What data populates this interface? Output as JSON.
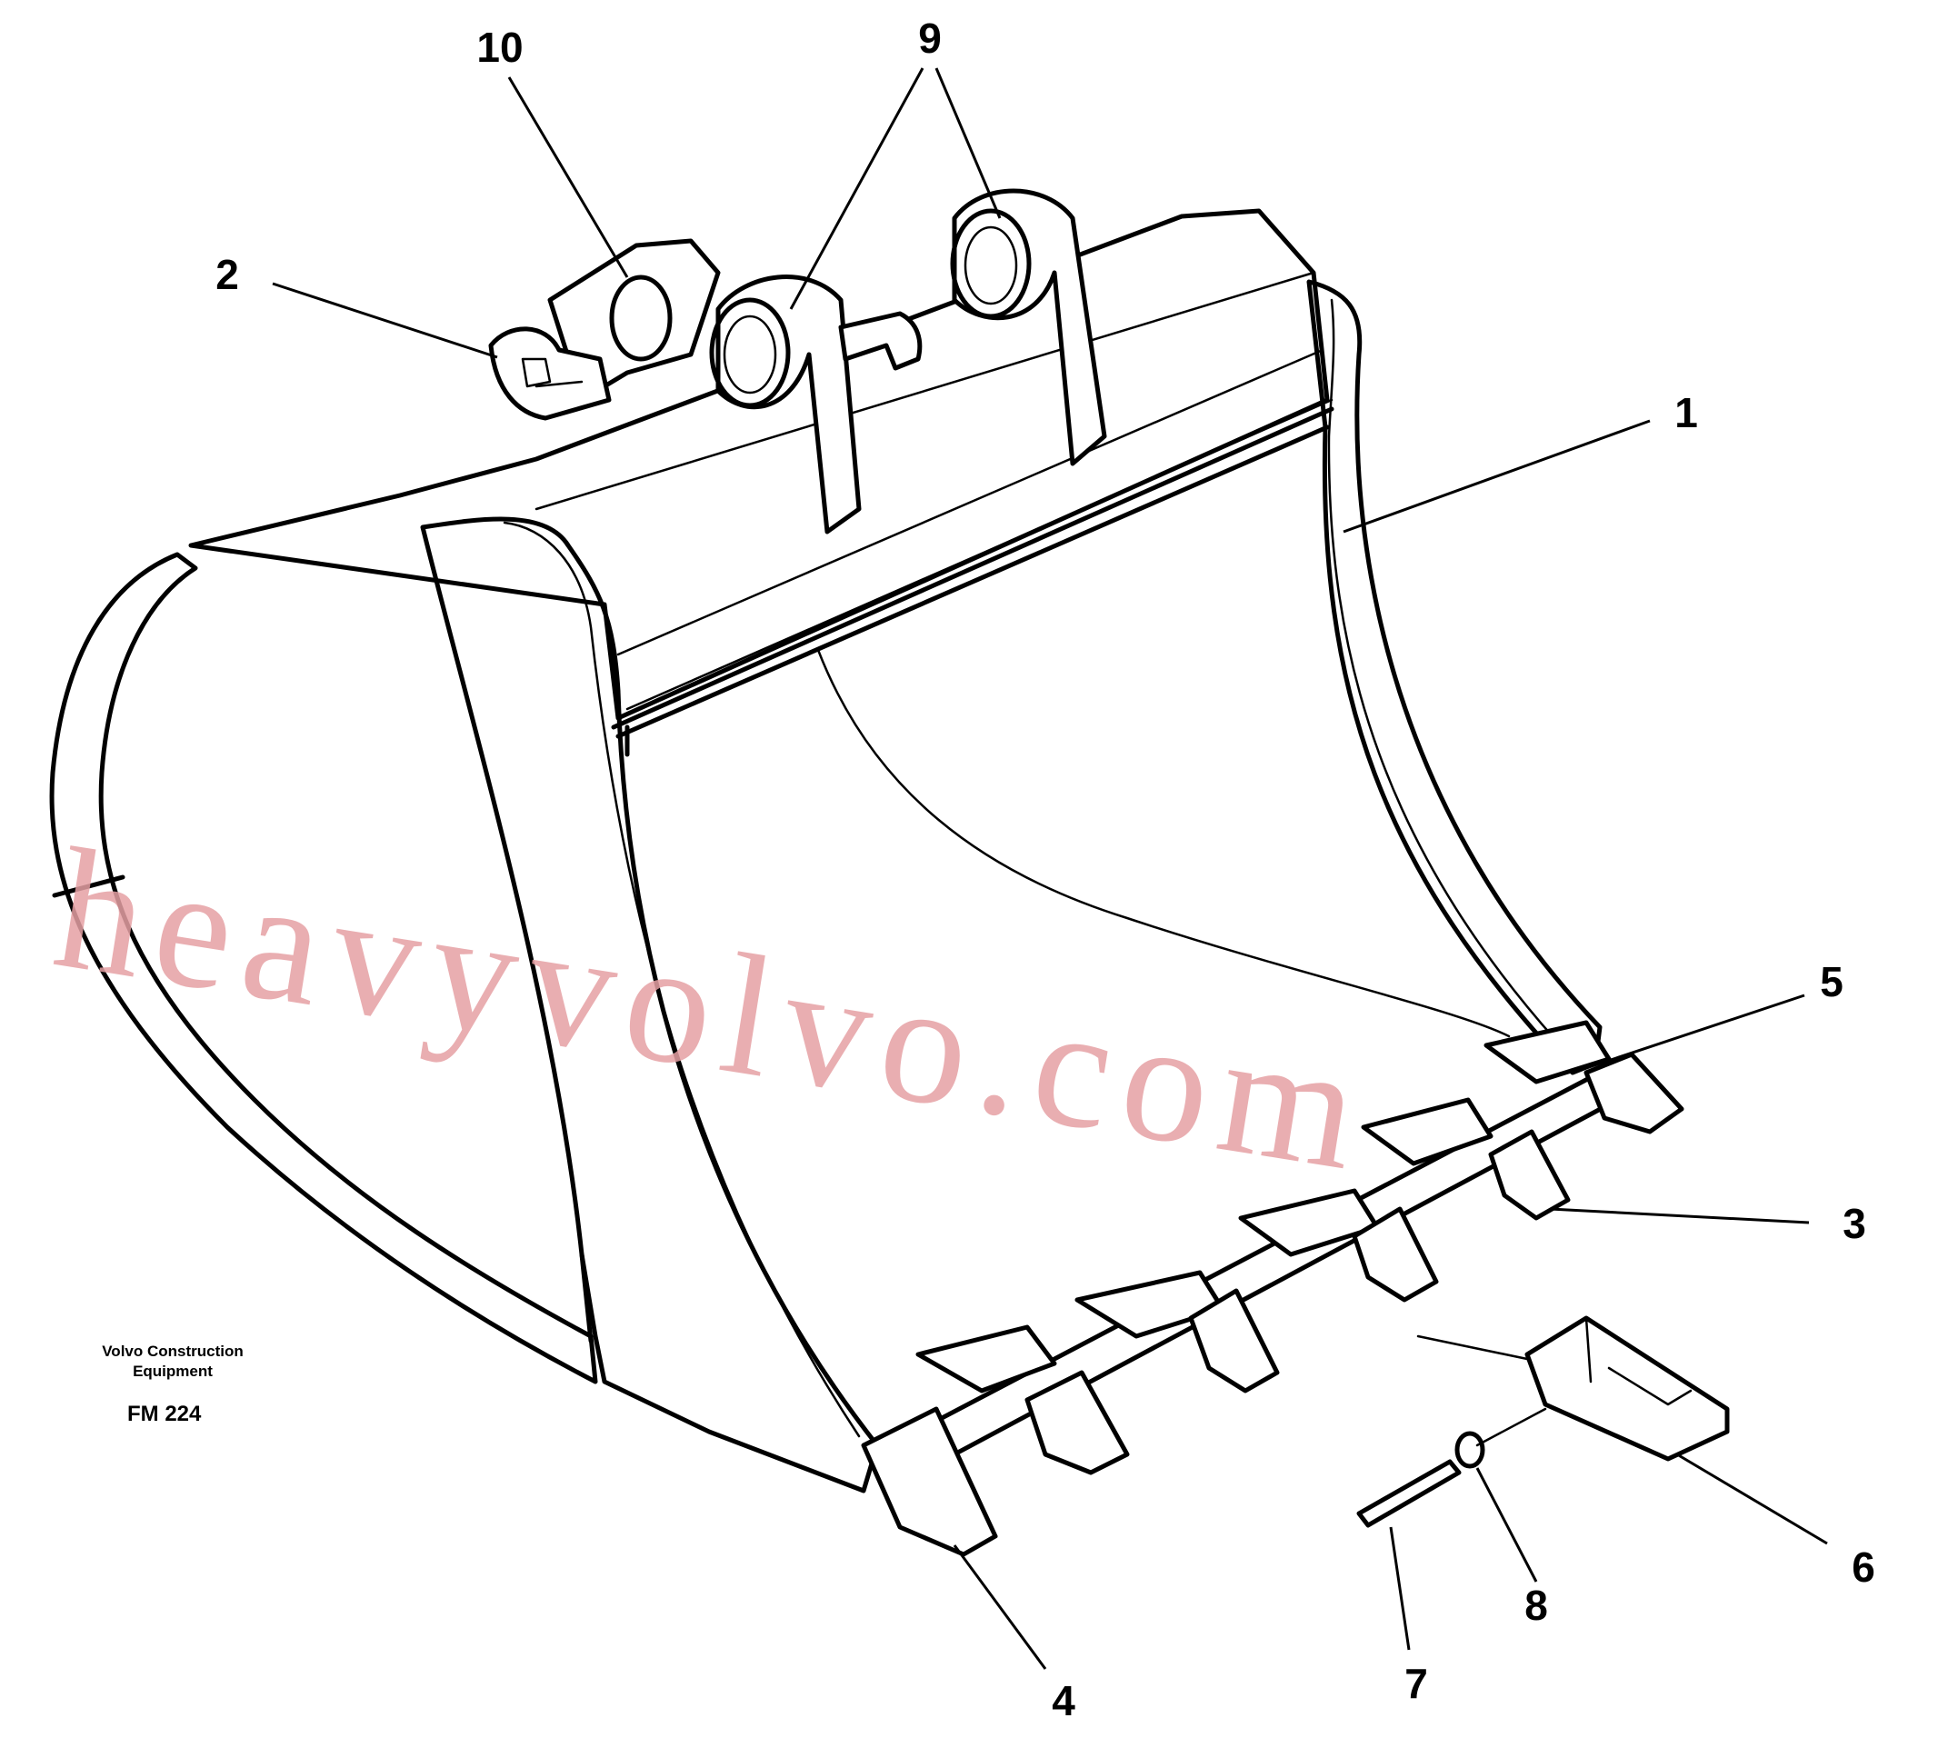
{
  "callouts": {
    "c1": "1",
    "c2": "2",
    "c3": "3",
    "c4": "4",
    "c5": "5",
    "c6": "6",
    "c7": "7",
    "c8": "8",
    "c9": "9",
    "c10": "10"
  },
  "credit": {
    "line1": "Volvo Construction",
    "line2": "Equipment",
    "code": "FM 224"
  },
  "watermark": "heavyvolvo.com"
}
